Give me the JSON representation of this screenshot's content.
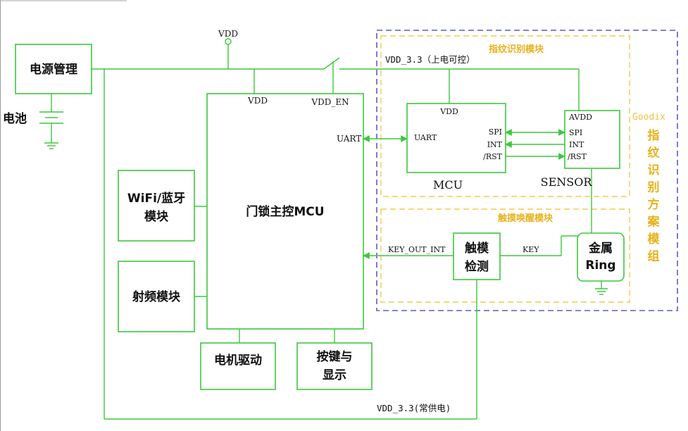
{
  "blocks": {
    "power_mgmt": "电源管理",
    "battery": "电池",
    "main_mcu": "门锁主控MCU",
    "wifi_line1": "WiFi/蓝牙",
    "wifi_line2": "模块",
    "rf": "射频模块",
    "motor": "电机驱动",
    "keys_line1": "按键与",
    "keys_line2": "显示",
    "fp_mcu": "MCU",
    "sensor": "SENSOR",
    "touch_line1": "触模",
    "touch_line2": "检测",
    "ring_line1": "金属",
    "ring_line2": "Ring"
  },
  "nets": {
    "vdd_top": "VDD",
    "vdd_mcu": "VDD",
    "vdd_en": "VDD_EN",
    "vdd33_ctrl": "VDD_3.3（上电可控）",
    "vdd33_always": "VDD_3.3(常供电)",
    "uart_main": "UART",
    "key_out_int": "KEY_OUT_INT",
    "key": "KEY"
  },
  "pins": {
    "fp_vdd": "VDD",
    "fp_uart": "UART",
    "fp_spi": "SPI",
    "fp_int": "INT",
    "fp_rst": "/RST",
    "sen_avdd": "AVDD",
    "sen_spi": "SPI",
    "sen_int": "INT",
    "sen_rst": "/RST"
  },
  "groups": {
    "fingerprint_module": "指纹识别模块",
    "touch_wake_module": "触摸唤醒模块",
    "goodix": "Goodix",
    "solution_chars": [
      "指",
      "纹",
      "识",
      "别",
      "方",
      "案",
      "模",
      "组"
    ]
  },
  "colors": {
    "wire": "#3cc83c",
    "outer_boundary": "#5a5ad2",
    "module_boundary": "#f0cc4a",
    "module_label": "#e8b21c"
  }
}
